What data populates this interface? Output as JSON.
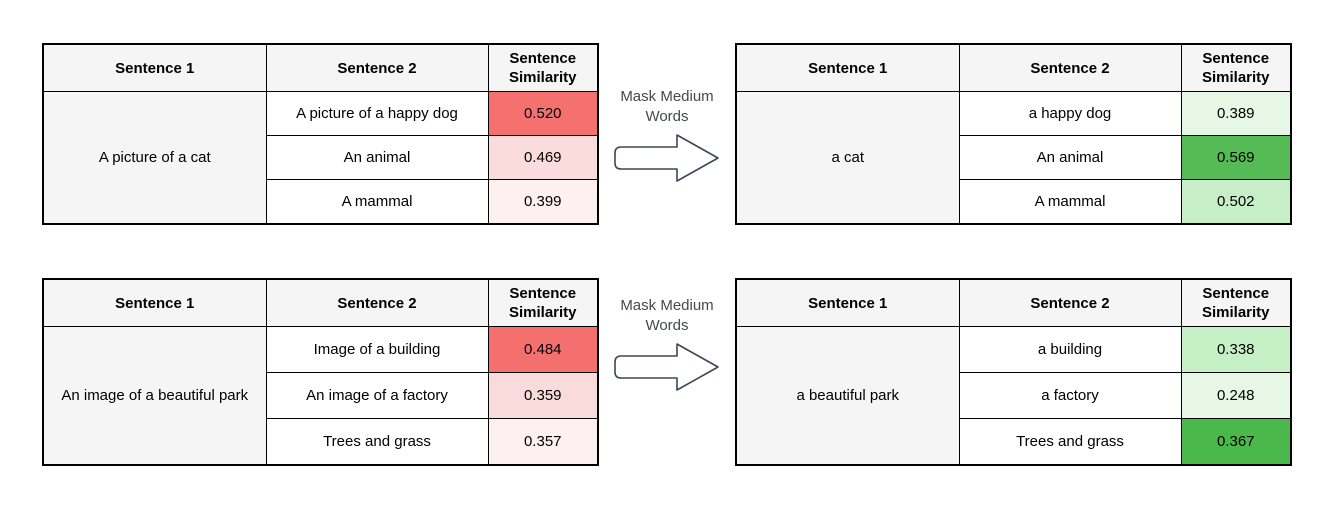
{
  "headers": {
    "sentence1": "Sentence 1",
    "sentence2": "Sentence 2",
    "similarity": "Sentence Similarity"
  },
  "colors": {
    "header_bg": "#f5f5f5",
    "merged_cell_bg": "#f5f5f5",
    "table_border": "#000000",
    "arrow_stroke": "#3d4757",
    "arrow_label_text": "#45494f"
  },
  "panels": [
    {
      "arrow_label": "Mask Medium Words",
      "before": {
        "sentence1": "A picture of a cat",
        "comparisons": [
          {
            "sentence2": "A picture of a happy dog",
            "similarity": "0.520",
            "bg": "#f47170"
          },
          {
            "sentence2": "An animal",
            "similarity": "0.469",
            "bg": "#fadcdc"
          },
          {
            "sentence2": "A mammal",
            "similarity": "0.399",
            "bg": "#fdf0f0"
          }
        ]
      },
      "after": {
        "sentence1": "a cat",
        "comparisons": [
          {
            "sentence2": "a happy dog",
            "similarity": "0.389",
            "bg": "#e6f7e6"
          },
          {
            "sentence2": "An animal",
            "similarity": "0.569",
            "bg": "#55bb55"
          },
          {
            "sentence2": "A mammal",
            "similarity": "0.502",
            "bg": "#c7efc7"
          }
        ]
      }
    },
    {
      "arrow_label": "Mask Medium Words",
      "before": {
        "sentence1": "An image of a beautiful park",
        "comparisons": [
          {
            "sentence2": "Image of a building",
            "similarity": "0.484",
            "bg": "#f4706f"
          },
          {
            "sentence2": "An image of a factory",
            "similarity": "0.359",
            "bg": "#fadbdb"
          },
          {
            "sentence2": "Trees and grass",
            "similarity": "0.357",
            "bg": "#fdf0f0"
          }
        ]
      },
      "after": {
        "sentence1": "a beautiful park",
        "comparisons": [
          {
            "sentence2": "a building",
            "similarity": "0.338",
            "bg": "#c5f0c5"
          },
          {
            "sentence2": "a factory",
            "similarity": "0.248",
            "bg": "#e6f7e6"
          },
          {
            "sentence2": "Trees and grass",
            "similarity": "0.367",
            "bg": "#4bb84b"
          }
        ]
      }
    }
  ]
}
